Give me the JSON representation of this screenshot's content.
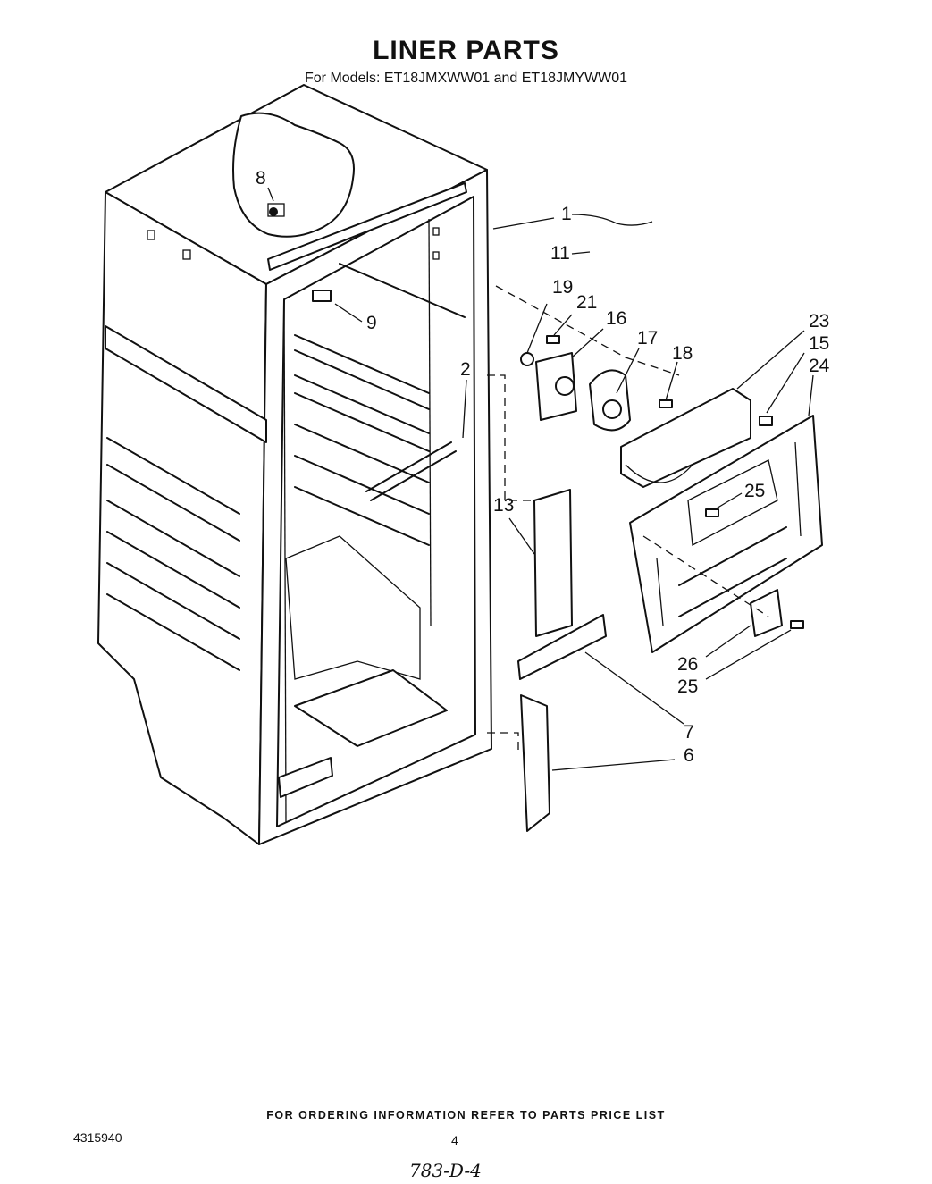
{
  "header": {
    "title": "LINER PARTS",
    "subtitle": "For Models: ET18JMXWW01 and ET18JMYWW01"
  },
  "callouts": [
    "1",
    "11",
    "8",
    "9",
    "19",
    "21",
    "16",
    "17",
    "18",
    "23",
    "15",
    "24",
    "2",
    "25",
    "13",
    "26",
    "25",
    "7",
    "6"
  ],
  "footer": {
    "ordering_note": "FOR ORDERING INFORMATION REFER TO PARTS PRICE LIST",
    "document_number": "4315940",
    "page_number": "4",
    "handwritten_note": "783-D-4"
  }
}
